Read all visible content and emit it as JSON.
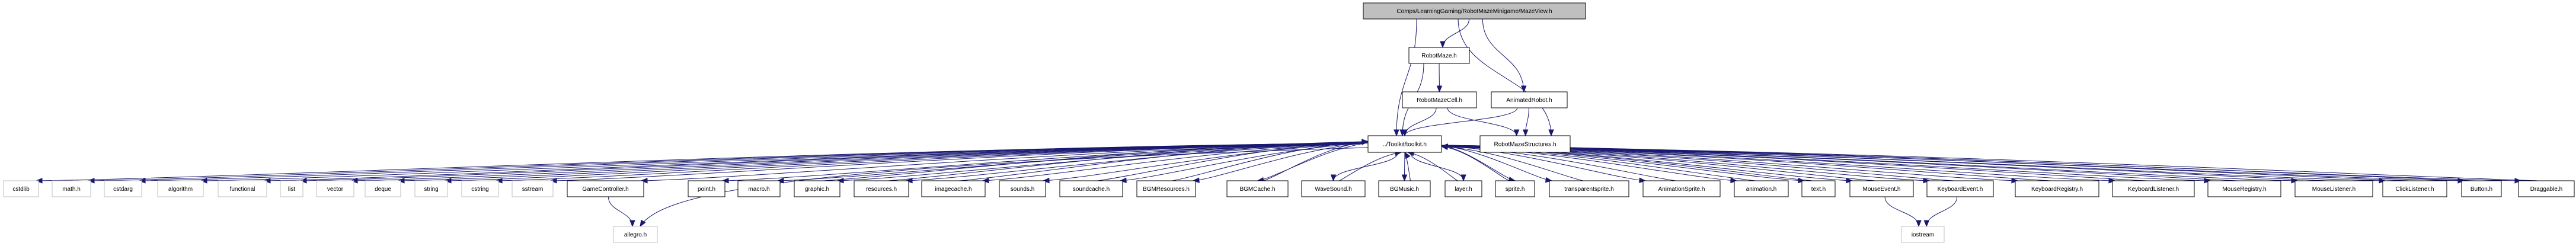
{
  "graph": {
    "title": "Include dependency graph for MazeView.h",
    "root": "Comps/LearningGaming/RobotMazeMinigame/MazeView.h",
    "colors": {
      "edge": "#191970",
      "root_fill": "#bfbfbf",
      "project_border": "#000000",
      "system_border": "#bfbfbf"
    },
    "nodes": [
      {
        "id": "mazeview",
        "label": "Comps/LearningGaming/RobotMazeMinigame/MazeView.h",
        "kind": "root"
      },
      {
        "id": "robotmaze",
        "label": "RobotMaze.h",
        "kind": "project"
      },
      {
        "id": "robotmazecell",
        "label": "RobotMazeCell.h",
        "kind": "project"
      },
      {
        "id": "animatedrobot",
        "label": "AnimatedRobot.h",
        "kind": "project"
      },
      {
        "id": "toolkit",
        "label": "../Toolkit/toolkit.h",
        "kind": "project"
      },
      {
        "id": "robotmazestructures",
        "label": "RobotMazeStructures.h",
        "kind": "project"
      },
      {
        "id": "cstdlib",
        "label": "cstdlib",
        "kind": "system"
      },
      {
        "id": "math",
        "label": "math.h",
        "kind": "system"
      },
      {
        "id": "cstdarg",
        "label": "cstdarg",
        "kind": "system"
      },
      {
        "id": "algorithm",
        "label": "algorithm",
        "kind": "system"
      },
      {
        "id": "functional",
        "label": "functional",
        "kind": "system"
      },
      {
        "id": "list",
        "label": "list",
        "kind": "system"
      },
      {
        "id": "vector",
        "label": "vector",
        "kind": "system"
      },
      {
        "id": "deque",
        "label": "deque",
        "kind": "system"
      },
      {
        "id": "string",
        "label": "string",
        "kind": "system"
      },
      {
        "id": "cstring",
        "label": "cstring",
        "kind": "system"
      },
      {
        "id": "sstream",
        "label": "sstream",
        "kind": "system"
      },
      {
        "id": "gamecontroller",
        "label": "GameController.h",
        "kind": "project"
      },
      {
        "id": "point",
        "label": "point.h",
        "kind": "project"
      },
      {
        "id": "macro",
        "label": "macro.h",
        "kind": "project"
      },
      {
        "id": "graphic",
        "label": "graphic.h",
        "kind": "project"
      },
      {
        "id": "resources",
        "label": "resources.h",
        "kind": "project"
      },
      {
        "id": "imagecache",
        "label": "imagecache.h",
        "kind": "project"
      },
      {
        "id": "sounds",
        "label": "sounds.h",
        "kind": "project"
      },
      {
        "id": "soundcache",
        "label": "soundcache.h",
        "kind": "project"
      },
      {
        "id": "bgmresources",
        "label": "BGMResources.h",
        "kind": "project"
      },
      {
        "id": "bgmcache",
        "label": "BGMCache.h",
        "kind": "project"
      },
      {
        "id": "wavesound",
        "label": "WaveSound.h",
        "kind": "project"
      },
      {
        "id": "bgmusic",
        "label": "BGMusic.h",
        "kind": "project"
      },
      {
        "id": "layer",
        "label": "layer.h",
        "kind": "project"
      },
      {
        "id": "sprite",
        "label": "sprite.h",
        "kind": "project"
      },
      {
        "id": "transparentsprite",
        "label": "transparentsprite.h",
        "kind": "project"
      },
      {
        "id": "animationsprite",
        "label": "AnimationSprite.h",
        "kind": "project"
      },
      {
        "id": "animation",
        "label": "animation.h",
        "kind": "project"
      },
      {
        "id": "text",
        "label": "text.h",
        "kind": "project"
      },
      {
        "id": "mouseevent",
        "label": "MouseEvent.h",
        "kind": "project"
      },
      {
        "id": "keyboardevent",
        "label": "KeyboardEvent.h",
        "kind": "project"
      },
      {
        "id": "keyboardregistry",
        "label": "KeyboardRegistry.h",
        "kind": "project"
      },
      {
        "id": "keyboardlistener",
        "label": "KeyboardListener.h",
        "kind": "project"
      },
      {
        "id": "mouseregistry",
        "label": "MouseRegistry.h",
        "kind": "project"
      },
      {
        "id": "mouselistener",
        "label": "MouseListener.h",
        "kind": "project"
      },
      {
        "id": "clicklistener",
        "label": "ClickListener.h",
        "kind": "project"
      },
      {
        "id": "button",
        "label": "Button.h",
        "kind": "project"
      },
      {
        "id": "draggable",
        "label": "Draggable.h",
        "kind": "project"
      },
      {
        "id": "allegro",
        "label": "allegro.h",
        "kind": "system"
      },
      {
        "id": "iostream",
        "label": "iostream",
        "kind": "system"
      }
    ],
    "edges": [
      [
        "mazeview",
        "robotmaze"
      ],
      [
        "mazeview",
        "animatedrobot"
      ],
      [
        "mazeview",
        "toolkit"
      ],
      [
        "mazeview",
        "robotmazestructures"
      ],
      [
        "robotmaze",
        "robotmazecell"
      ],
      [
        "robotmaze",
        "toolkit"
      ],
      [
        "robotmazecell",
        "toolkit"
      ],
      [
        "robotmazecell",
        "robotmazestructures"
      ],
      [
        "animatedrobot",
        "toolkit"
      ],
      [
        "animatedrobot",
        "robotmazestructures"
      ],
      [
        "toolkit",
        "cstdlib"
      ],
      [
        "toolkit",
        "math"
      ],
      [
        "toolkit",
        "cstdarg"
      ],
      [
        "toolkit",
        "algorithm"
      ],
      [
        "toolkit",
        "functional"
      ],
      [
        "toolkit",
        "list"
      ],
      [
        "toolkit",
        "vector"
      ],
      [
        "toolkit",
        "deque"
      ],
      [
        "toolkit",
        "string"
      ],
      [
        "toolkit",
        "cstring"
      ],
      [
        "toolkit",
        "sstream"
      ],
      [
        "toolkit",
        "gamecontroller"
      ],
      [
        "toolkit",
        "allegro"
      ],
      [
        "toolkit",
        "point"
      ],
      [
        "toolkit",
        "macro"
      ],
      [
        "toolkit",
        "graphic"
      ],
      [
        "toolkit",
        "resources"
      ],
      [
        "toolkit",
        "imagecache"
      ],
      [
        "toolkit",
        "sounds"
      ],
      [
        "toolkit",
        "soundcache"
      ],
      [
        "toolkit",
        "bgmresources"
      ],
      [
        "toolkit",
        "bgmcache"
      ],
      [
        "toolkit",
        "wavesound"
      ],
      [
        "toolkit",
        "bgmusic"
      ],
      [
        "toolkit",
        "layer"
      ],
      [
        "toolkit",
        "sprite"
      ],
      [
        "toolkit",
        "transparentsprite"
      ],
      [
        "toolkit",
        "animationsprite"
      ],
      [
        "toolkit",
        "animation"
      ],
      [
        "toolkit",
        "text"
      ],
      [
        "toolkit",
        "mouseevent"
      ],
      [
        "toolkit",
        "keyboardevent"
      ],
      [
        "toolkit",
        "keyboardregistry"
      ],
      [
        "toolkit",
        "keyboardlistener"
      ],
      [
        "toolkit",
        "mouseregistry"
      ],
      [
        "toolkit",
        "mouselistener"
      ],
      [
        "toolkit",
        "clicklistener"
      ],
      [
        "toolkit",
        "button"
      ],
      [
        "toolkit",
        "draggable"
      ],
      [
        "gamecontroller",
        "allegro"
      ],
      [
        "mouseevent",
        "iostream"
      ],
      [
        "keyboardevent",
        "iostream"
      ],
      [
        "graphic",
        "toolkit"
      ],
      [
        "resources",
        "toolkit"
      ],
      [
        "imagecache",
        "toolkit"
      ],
      [
        "soundcache",
        "toolkit"
      ],
      [
        "bgmresources",
        "toolkit"
      ],
      [
        "bgmcache",
        "toolkit"
      ],
      [
        "wavesound",
        "toolkit"
      ],
      [
        "bgmusic",
        "toolkit"
      ],
      [
        "layer",
        "toolkit"
      ],
      [
        "sprite",
        "toolkit"
      ],
      [
        "transparentsprite",
        "toolkit"
      ],
      [
        "animationsprite",
        "toolkit"
      ],
      [
        "animation",
        "toolkit"
      ],
      [
        "text",
        "toolkit"
      ],
      [
        "mouseevent",
        "toolkit"
      ],
      [
        "keyboardevent",
        "toolkit"
      ],
      [
        "keyboardregistry",
        "toolkit"
      ],
      [
        "keyboardlistener",
        "toolkit"
      ],
      [
        "mouseregistry",
        "toolkit"
      ],
      [
        "mouselistener",
        "toolkit"
      ],
      [
        "clicklistener",
        "toolkit"
      ],
      [
        "button",
        "toolkit"
      ],
      [
        "draggable",
        "toolkit"
      ]
    ]
  }
}
